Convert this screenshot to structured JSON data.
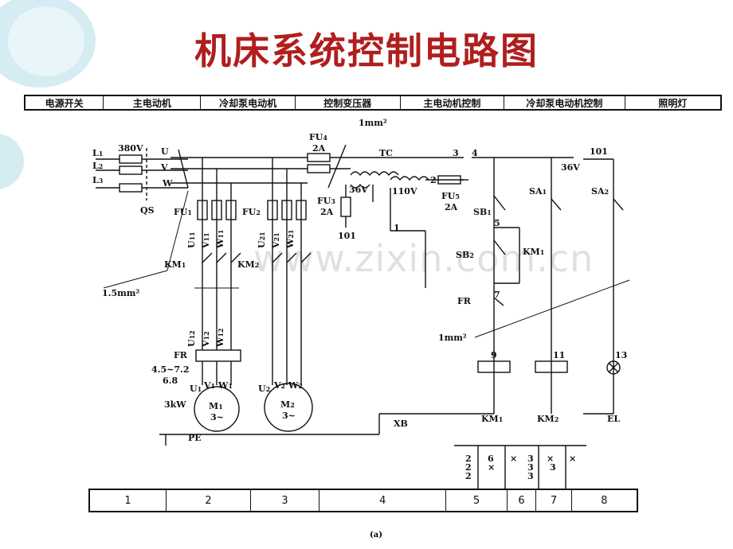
{
  "title": "机床系统控制电路图",
  "function_headers": [
    "电源开关",
    "主电动机",
    "冷却泵电动机",
    "控制变压器",
    "主电动机控制",
    "冷却泵电动机控制",
    "照明灯"
  ],
  "zones": [
    "1",
    "2",
    "3",
    "4",
    "5",
    "6",
    "7",
    "8"
  ],
  "labels": {
    "l1": "L",
    "l1s": "1",
    "l2": "L",
    "l2s": "2",
    "l3": "L",
    "l3s": "3",
    "v380": "380V",
    "u": "U",
    "v": "V",
    "w": "W",
    "qs": "QS",
    "fu1": "FU",
    "fu1s": "1",
    "fu2": "FU",
    "fu2s": "2",
    "fu3": "FU",
    "fu3s": "3",
    "fu3a": "2A",
    "fu4": "FU",
    "fu4s": "4",
    "fu4a": "2A",
    "fu5": "FU",
    "fu5s": "5",
    "fu5a": "2A",
    "mm2a": "1mm²",
    "mm2b": "1.5mm²",
    "mm2c": "1mm²",
    "tc": "TC",
    "v36a": "36V",
    "v110": "110V",
    "v36b": "36V",
    "n101a": "101",
    "n101b": "101",
    "n1": "1",
    "n2": "2",
    "n3": "3",
    "n4": "4",
    "n5": "5",
    "n7": "7",
    "n9": "9",
    "n11": "11",
    "n13": "13",
    "u11": "U",
    "u11s": "11",
    "v11": "V",
    "v11s": "11",
    "w11": "W",
    "w11s": "11",
    "u21": "U",
    "u21s": "21",
    "v21": "V",
    "v21s": "21",
    "w21": "W",
    "w21s": "21",
    "km1a": "KM",
    "km1as": "1",
    "km2a": "KM",
    "km2as": "2",
    "u12": "U",
    "u12s": "12",
    "v12": "V",
    "v12s": "12",
    "w12": "W",
    "w12s": "12",
    "fr": "FR",
    "frr": "4.5~7.2",
    "frv": "6.8",
    "m1u": "U",
    "m1us": "1",
    "m1v": "V",
    "m1vs": "1",
    "m1w": "W",
    "m1ws": "1",
    "m2u": "U",
    "m2us": "2",
    "m2v": "V",
    "m2vs": "2",
    "m2w": "W",
    "m2ws": "2",
    "m1": "M",
    "m1s": "1",
    "m1p": "3~",
    "m2": "M",
    "m2s": "2",
    "m2p": "3~",
    "kw": "3kW",
    "pe": "PE",
    "xb": "XB",
    "sb1": "SB",
    "sb1s": "1",
    "sb2": "SB",
    "sb2s": "2",
    "km1c": "KM",
    "km1cs": "1",
    "fr2": "FR",
    "sa1": "SA",
    "sa1s": "1",
    "sa2": "SA",
    "sa2s": "2",
    "km1coil": "KM",
    "km1coils": "1",
    "km2coil": "KM",
    "km2coils": "2",
    "el": "EL",
    "x1a": "2",
    "x1b": "2",
    "x1c": "2",
    "x2a": "6",
    "x2b": "×",
    "x3a": "×",
    "x3b": "3",
    "x3c": "3",
    "x3d": "3",
    "x4a": "×",
    "x4b": "3",
    "x5a": "×"
  },
  "caption": "(a)",
  "watermark": "www.zixin.com.cn"
}
